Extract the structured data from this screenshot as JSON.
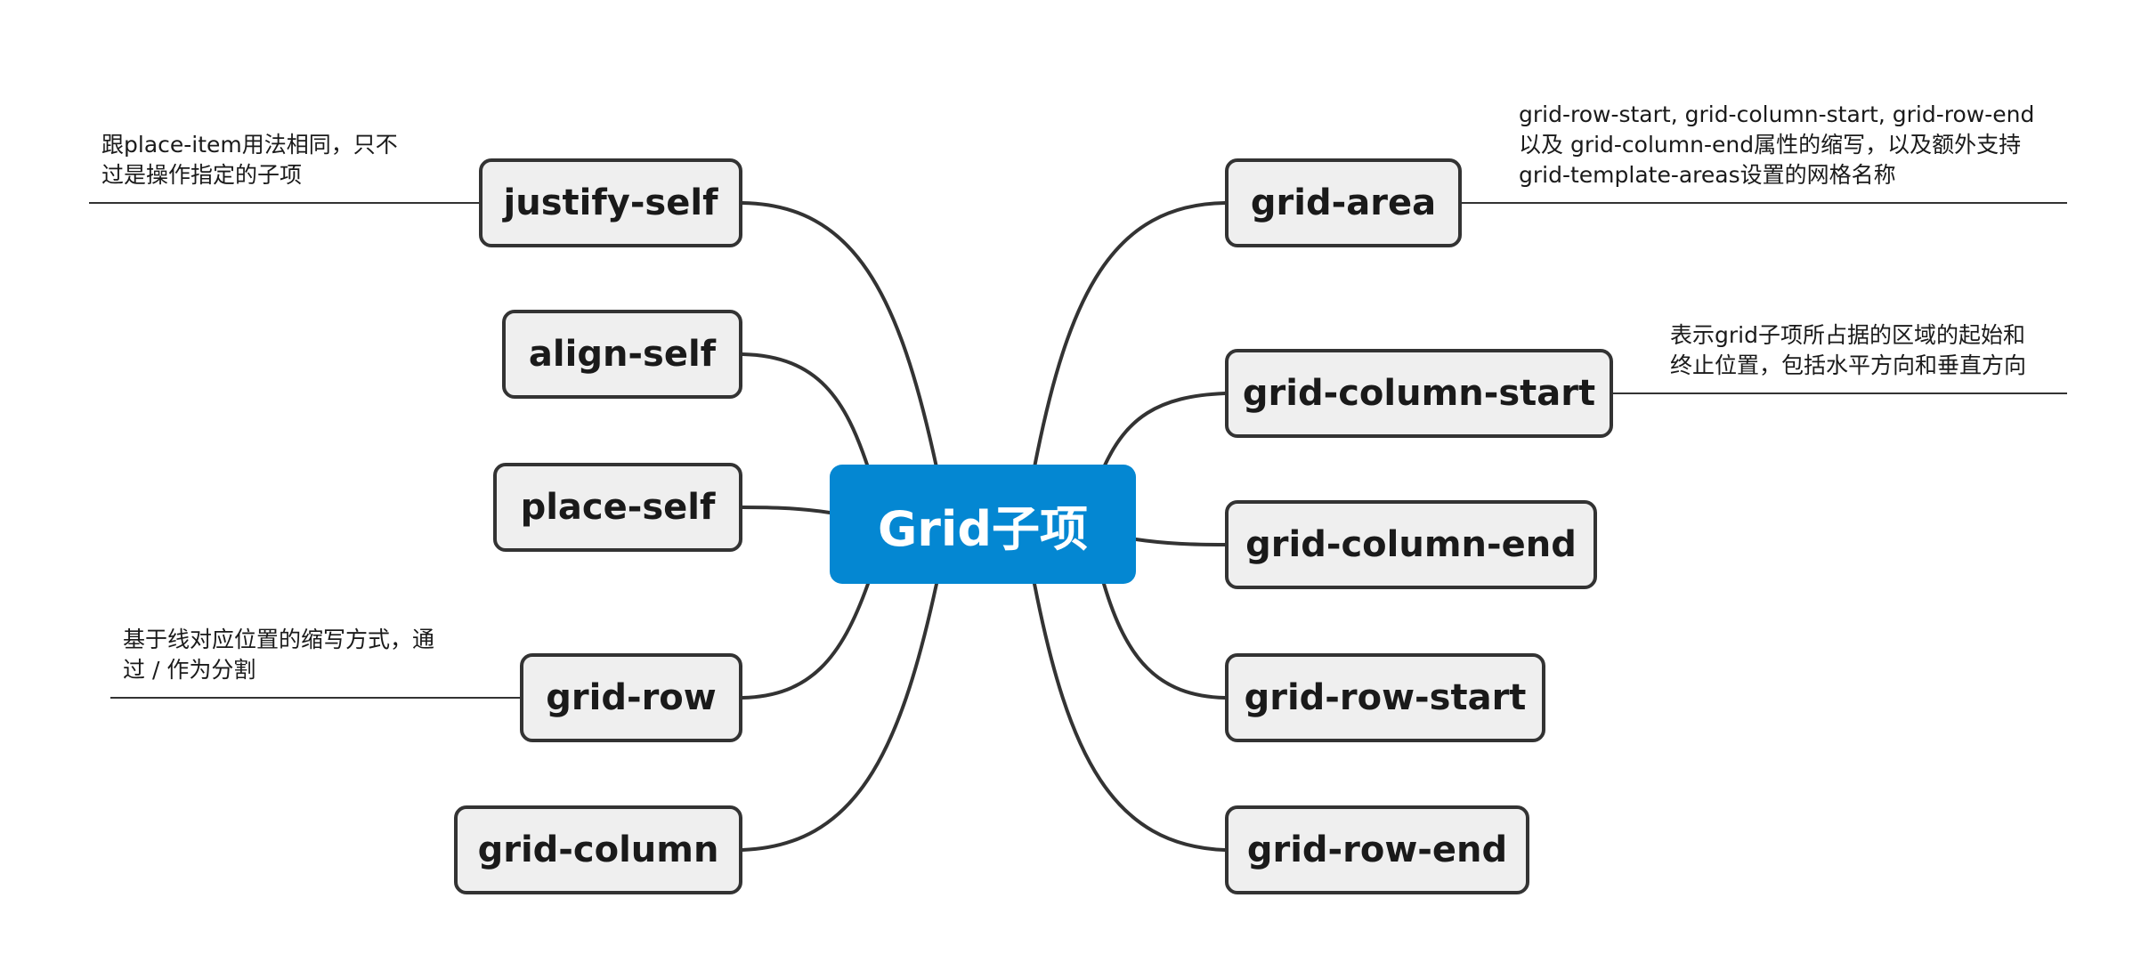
{
  "root": {
    "label": "Grid子项"
  },
  "left_nodes": [
    {
      "id": "justify-self",
      "label": "justify-self"
    },
    {
      "id": "align-self",
      "label": "align-self"
    },
    {
      "id": "place-self",
      "label": "place-self"
    },
    {
      "id": "grid-row",
      "label": "grid-row"
    },
    {
      "id": "grid-column",
      "label": "grid-column"
    }
  ],
  "right_nodes": [
    {
      "id": "grid-area",
      "label": "grid-area"
    },
    {
      "id": "grid-column-start",
      "label": "grid-column-start"
    },
    {
      "id": "grid-column-end",
      "label": "grid-column-end"
    },
    {
      "id": "grid-row-start",
      "label": "grid-row-start"
    },
    {
      "id": "grid-row-end",
      "label": "grid-row-end"
    }
  ],
  "notes": {
    "justify_self": [
      "跟place-item用法相同，只不",
      "过是操作指定的子项"
    ],
    "grid_row": [
      "基于线对应位置的缩写方式，通",
      "过 / 作为分割"
    ],
    "grid_area": [
      "grid-row-start, grid-column-start, grid-row-end",
      "以及 grid-column-end属性的缩写，以及额外支持",
      "grid-template-areas设置的网格名称"
    ],
    "grid_column_start": [
      "表示grid子项所占据的区域的起始和",
      "终止位置，包括水平方向和垂直方向"
    ]
  },
  "colors": {
    "root_fill": "#0487d2",
    "node_fill": "#efefef",
    "node_border": "#333333",
    "edge": "#333333"
  }
}
